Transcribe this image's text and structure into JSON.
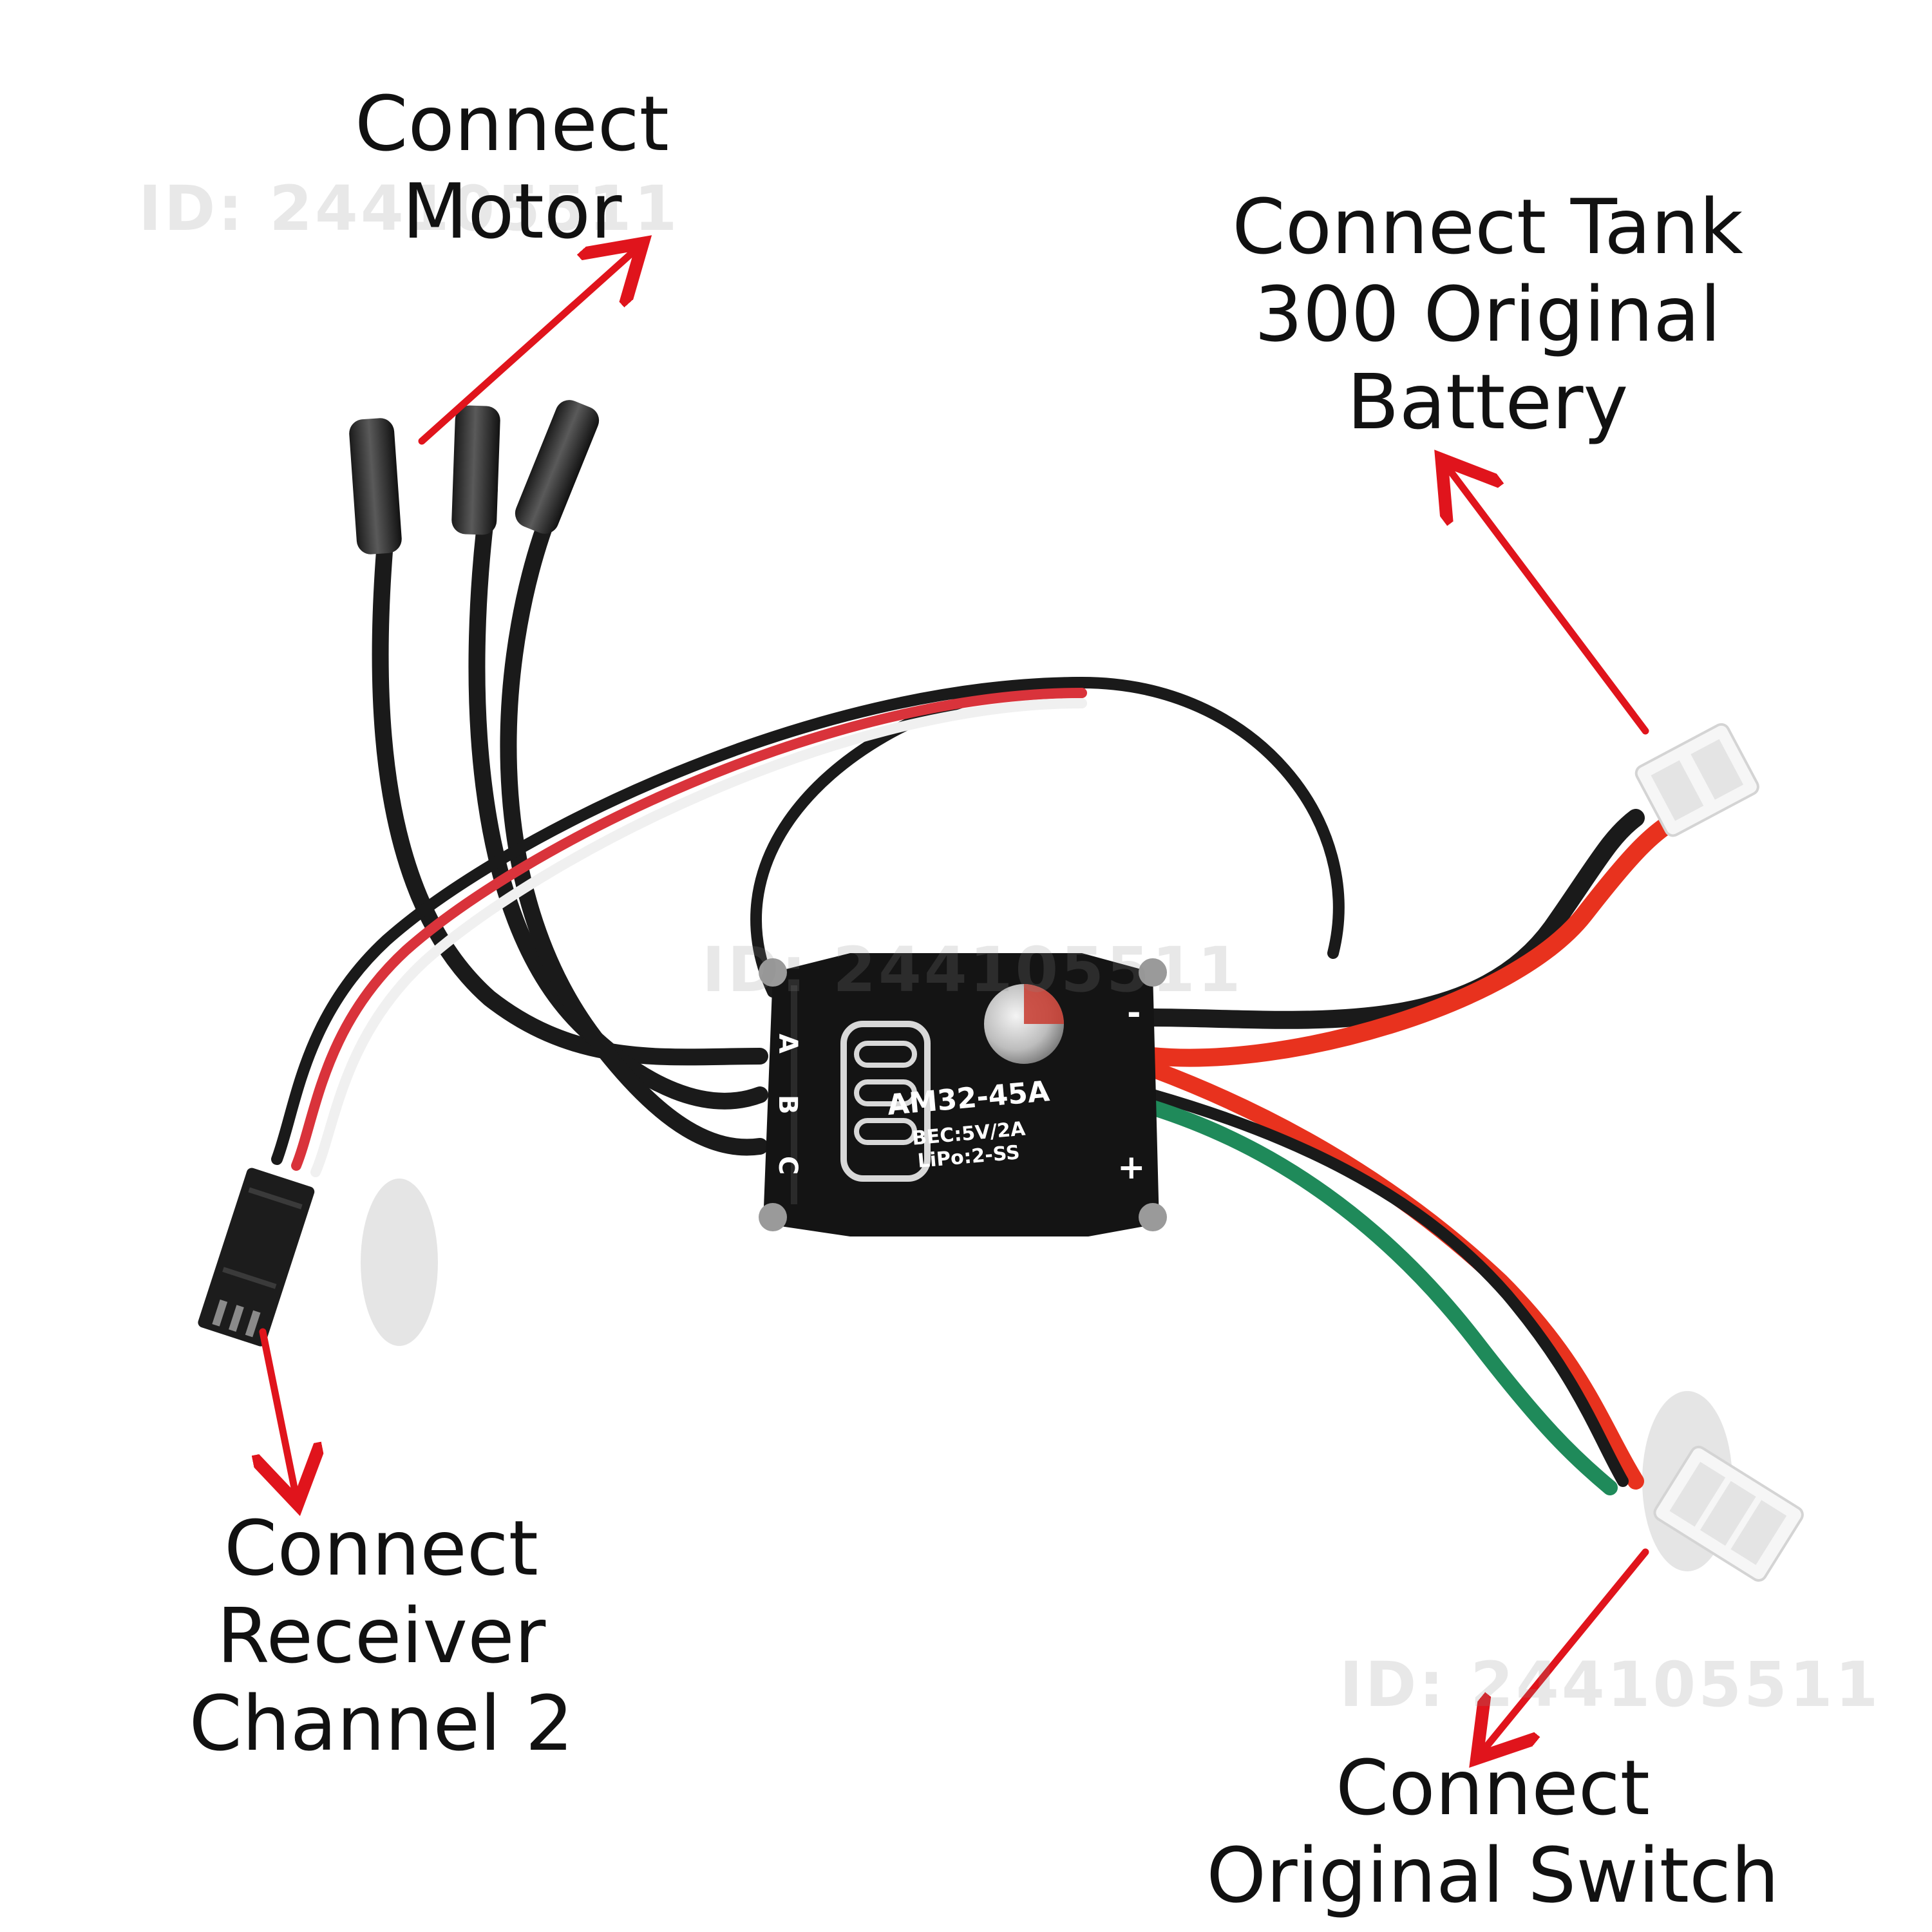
{
  "labels": {
    "motor": [
      "Connect",
      "Motor"
    ],
    "battery": [
      "Connect Tank",
      "300 Original",
      "Battery"
    ],
    "receiver": [
      "Connect",
      "Receiver",
      "Channel 2"
    ],
    "switch": [
      "Connect",
      "Original Switch"
    ]
  },
  "board": {
    "model": "AM32-45A",
    "bec": "BEC:5V/2A",
    "lipo": "LiPo:2-SS",
    "phase_a": "A",
    "phase_b": "B",
    "phase_c": "C",
    "minus": "-",
    "plus": "+"
  },
  "watermark": "ID: 244105511",
  "colors": {
    "arrow": "#e0141c",
    "wire_black": "#1a1a1a",
    "wire_red": "#e8321e",
    "wire_green": "#1f8a5a",
    "wire_white": "#f2f2f2",
    "board": "#141414",
    "text": "#111111"
  }
}
